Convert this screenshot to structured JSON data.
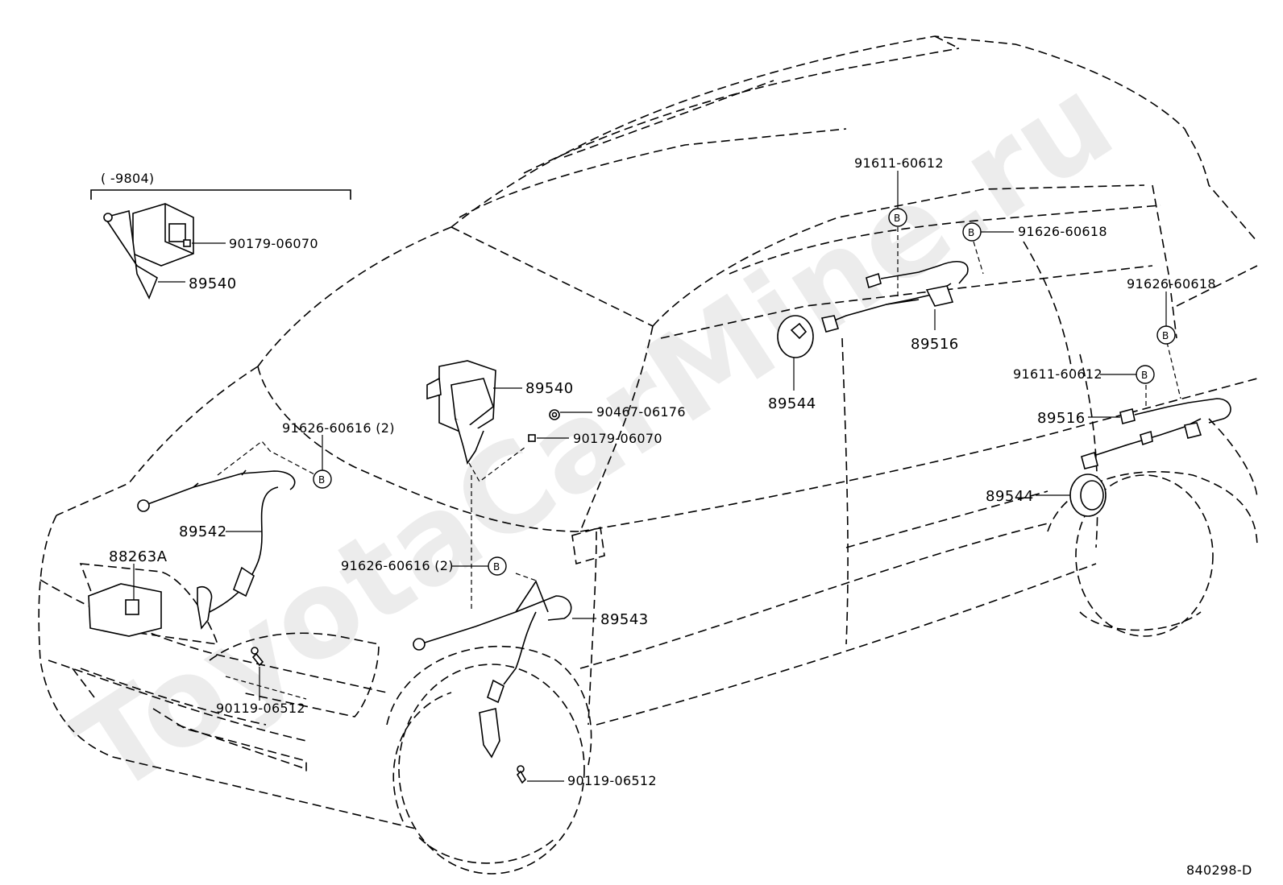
{
  "watermark": "ToyotaCarMine.ru",
  "diagram_code": "840298-D",
  "inset": {
    "range_note": "(      -9804)",
    "labels": [
      "90179-06070",
      "89540"
    ]
  },
  "callouts": {
    "c_89540_inset": "89540",
    "c_90179_inset": "90179-06070",
    "c_89540": "89540",
    "c_90467": "90467-06176",
    "c_90179": "90179-06070",
    "c_91626_fl": "91626-60616 (2)",
    "c_89542": "89542",
    "c_88263a": "88263A",
    "c_90119_l": "90119-06512",
    "c_91626_fr": "91626-60616 (2)",
    "c_89543": "89543",
    "c_90119_r": "90119-06512",
    "c_91611_top": "91611-60612",
    "c_91626_top": "91626-60618",
    "c_89516_top": "89516",
    "c_89544_top": "89544",
    "c_91626_right": "91626-60618",
    "c_91611_right": "91611-60612",
    "c_89516_right": "89516",
    "c_89544_right": "89544"
  },
  "clip_marker": "B"
}
